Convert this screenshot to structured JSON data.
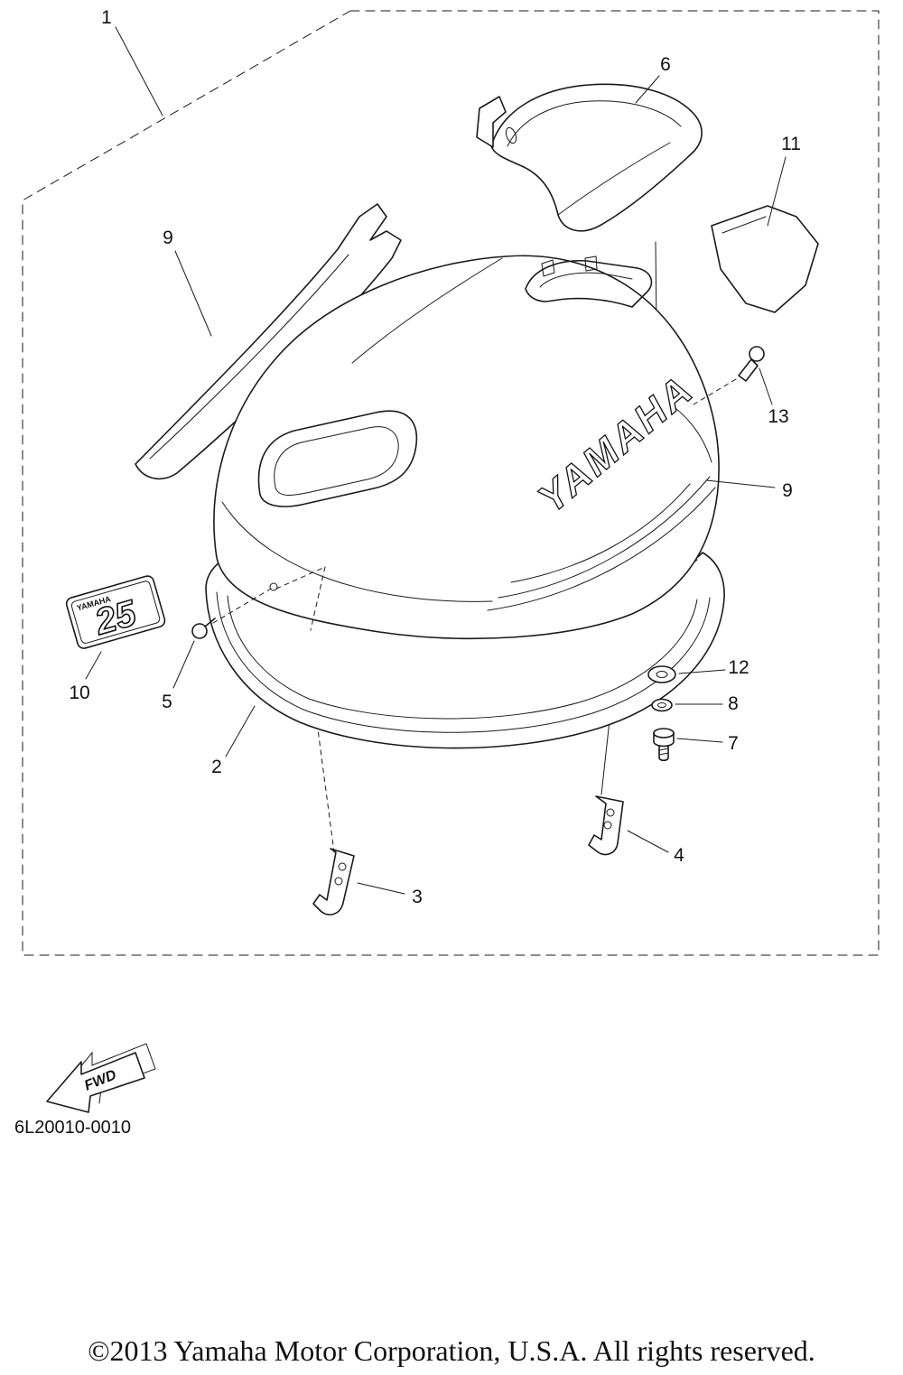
{
  "diagram": {
    "part_code": "6L20010-0010",
    "copyright": "©2013 Yamaha Motor Corporation, U.S.A. All rights reserved.",
    "fwd_label": "FWD",
    "cowling_brand_text": "YAMAHA",
    "badge": {
      "brand": "YAMAHA",
      "model": "25"
    },
    "callouts": {
      "n1": "1",
      "n2": "2",
      "n3": "3",
      "n4": "4",
      "n5": "5",
      "n6": "6",
      "n7": "7",
      "n8": "8",
      "n9": "9",
      "n9b": "9",
      "n10": "10",
      "n11": "11",
      "n12": "12",
      "n13": "13"
    }
  }
}
